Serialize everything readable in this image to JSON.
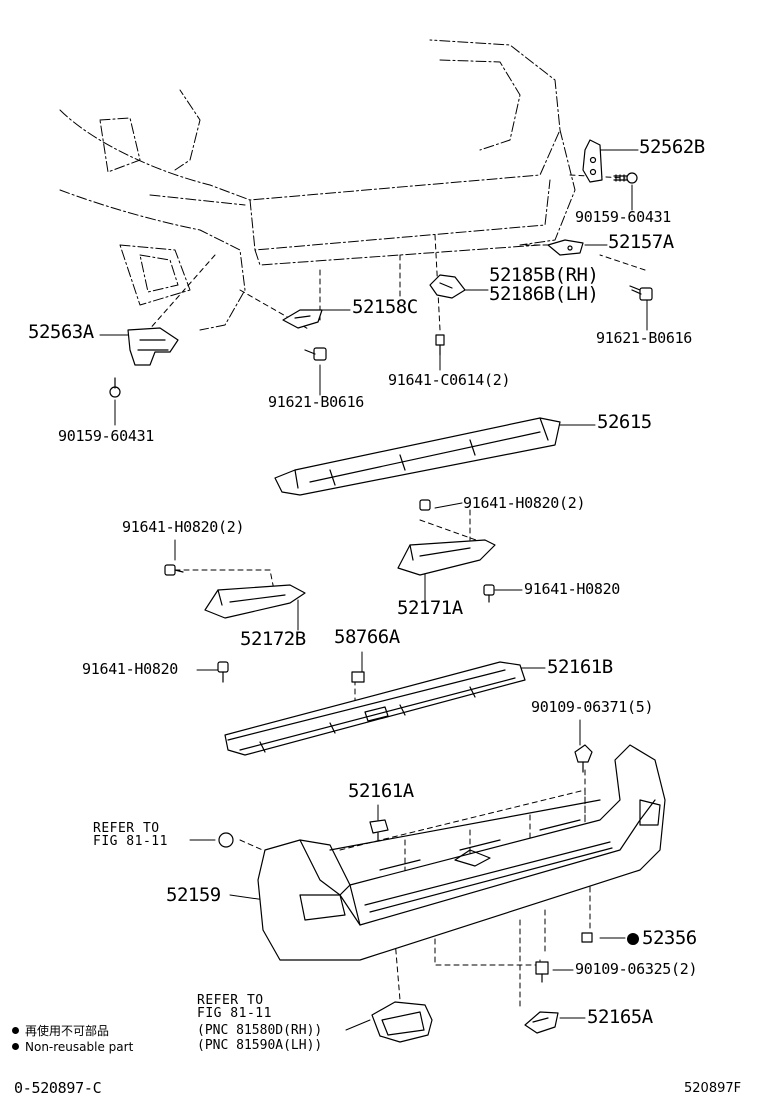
{
  "labels": {
    "p52562B": "52562B",
    "p90159_60431_top": "90159-60431",
    "p52157A": "52157A",
    "p52185B": "52185B(RH)",
    "p52186B": "52186B(LH)",
    "p91621_B0616_right": "91621-B0616",
    "p52563A": "52563A",
    "p52158C": "52158C",
    "p91621_B0616_left": "91621-B0616",
    "p91641_C0614": "91641-C0614(2)",
    "p90159_60431_left": "90159-60431",
    "p52615": "52615",
    "p91641_H0820_2_right": "91641-H0820(2)",
    "p91641_H0820_2_left": "91641-H0820(2)",
    "p52171A": "52171A",
    "p91641_H0820_right": "91641-H0820",
    "p52172B": "52172B",
    "p58766A": "58766A",
    "p52161B": "52161B",
    "p91641_H0820_left": "91641-H0820",
    "p90109_06371": "90109-06371(5)",
    "p52161A": "52161A",
    "p52159": "52159",
    "p52356": "52356",
    "p90109_06325": "90109-06325(2)",
    "p52165A": "52165A"
  },
  "refer1": {
    "line1": "REFER TO",
    "line2": "FIG 81-11"
  },
  "refer2": {
    "line1": "REFER TO",
    "line2": "FIG 81-11",
    "line3": "(PNC 81580D(RH))",
    "line4": "(PNC 81590A(LH))"
  },
  "legend": {
    "jp": "再使用不可部品",
    "en": "Non-reusable part"
  },
  "footer": {
    "left_code": "0-520897-C",
    "right_code": "520897F"
  },
  "colors": {
    "line": "#000000",
    "background": "#ffffff"
  }
}
